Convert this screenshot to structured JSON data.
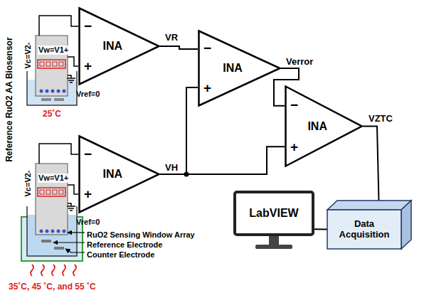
{
  "diagram": {
    "nodes": [
      {
        "text": [
          "−",
          "INA",
          "+"
        ]
      },
      {
        "text": [
          "−",
          "INA",
          "+"
        ]
      },
      {
        "text": [
          "−",
          "INA",
          "+"
        ]
      },
      {
        "text": [
          "−",
          "INA",
          "+"
        ]
      },
      {
        "text": [
          "LabVIEW"
        ]
      },
      {
        "text": [
          "Data Acquisition"
        ]
      }
    ],
    "edges": [
      {
        "from": 0,
        "to": 1,
        "arrow": "none"
      },
      {
        "from": 2,
        "to": 1,
        "arrow": "none"
      },
      {
        "from": 2,
        "to": 3,
        "arrow": "none"
      },
      {
        "from": 1,
        "to": 3,
        "arrow": "none"
      },
      {
        "from": 3,
        "to": 5,
        "arrow": "none"
      },
      {
        "from": 5,
        "to": 4,
        "arrow": "none"
      }
    ],
    "labels": [
      "Reference RuO2 AA Biosensor",
      "Vc=V2-",
      "Vw=V1+",
      "Vref=0",
      "25˚C",
      "Vc=V2-",
      "Vw=V1+",
      "Vref=0",
      "RuO2 Sensing Window Array",
      "Reference Electrode",
      "Counter Electrode",
      "35˚C, 45 ˚C, and 55 ˚C",
      "VR",
      "VH",
      "Verror",
      "VZTC"
    ]
  }
}
